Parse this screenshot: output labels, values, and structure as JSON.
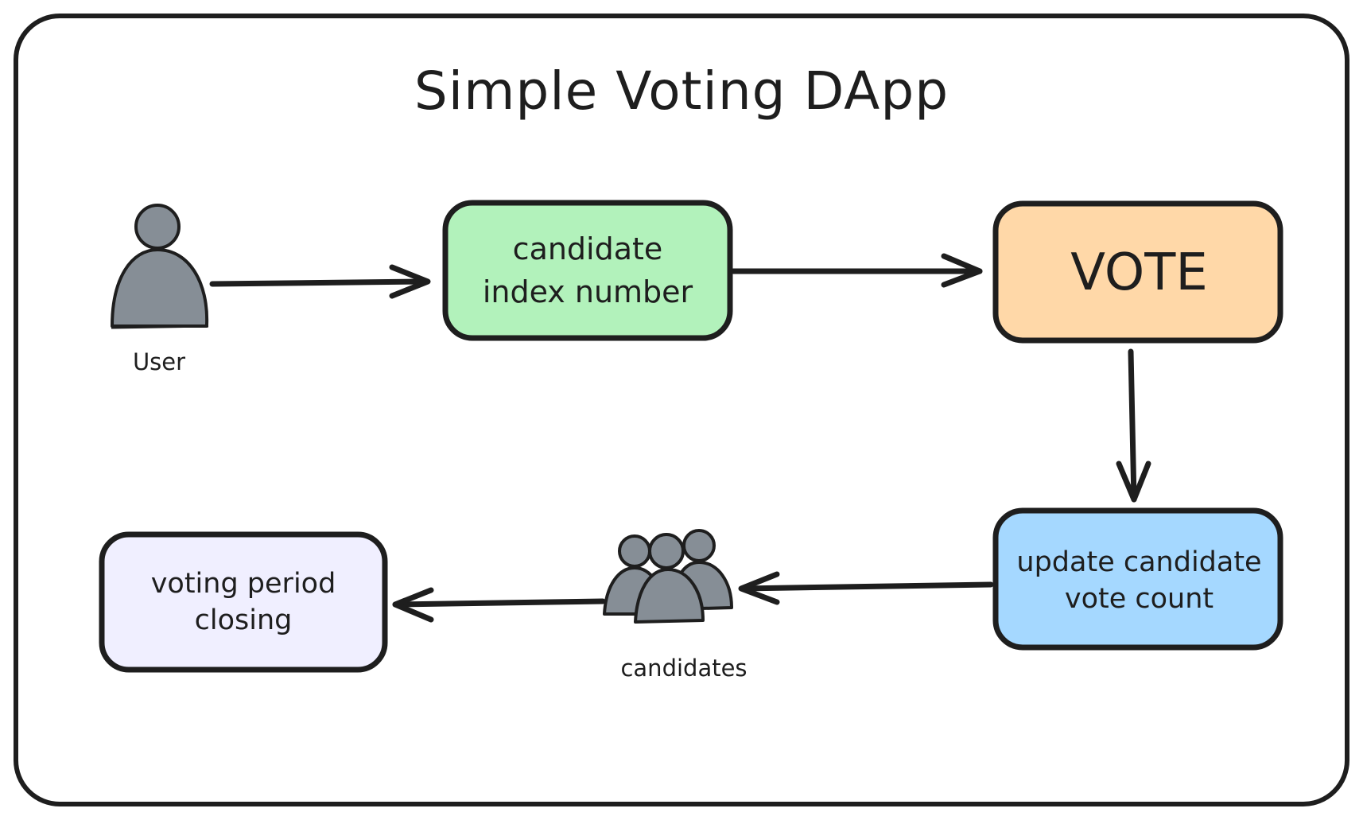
{
  "title": "Simple Voting DApp",
  "nodes": {
    "candidate_index": {
      "lines": [
        "candidate",
        "index number"
      ],
      "fill": "#b2f2bb"
    },
    "vote": {
      "lines": [
        "VOTE"
      ],
      "fill": "#ffd8a8"
    },
    "update_count": {
      "lines": [
        "update candidate",
        "vote count"
      ],
      "fill": "#a5d8ff"
    },
    "period_closing": {
      "lines": [
        "voting period",
        "closing"
      ],
      "fill": "#f0efff"
    }
  },
  "actors": {
    "user": {
      "label": "User",
      "icon": "person-icon"
    },
    "candidates": {
      "label": "candidates",
      "icon": "people-group-icon"
    }
  },
  "colors": {
    "stroke": "#1e1e1e",
    "icon_fill": "#868e96"
  }
}
